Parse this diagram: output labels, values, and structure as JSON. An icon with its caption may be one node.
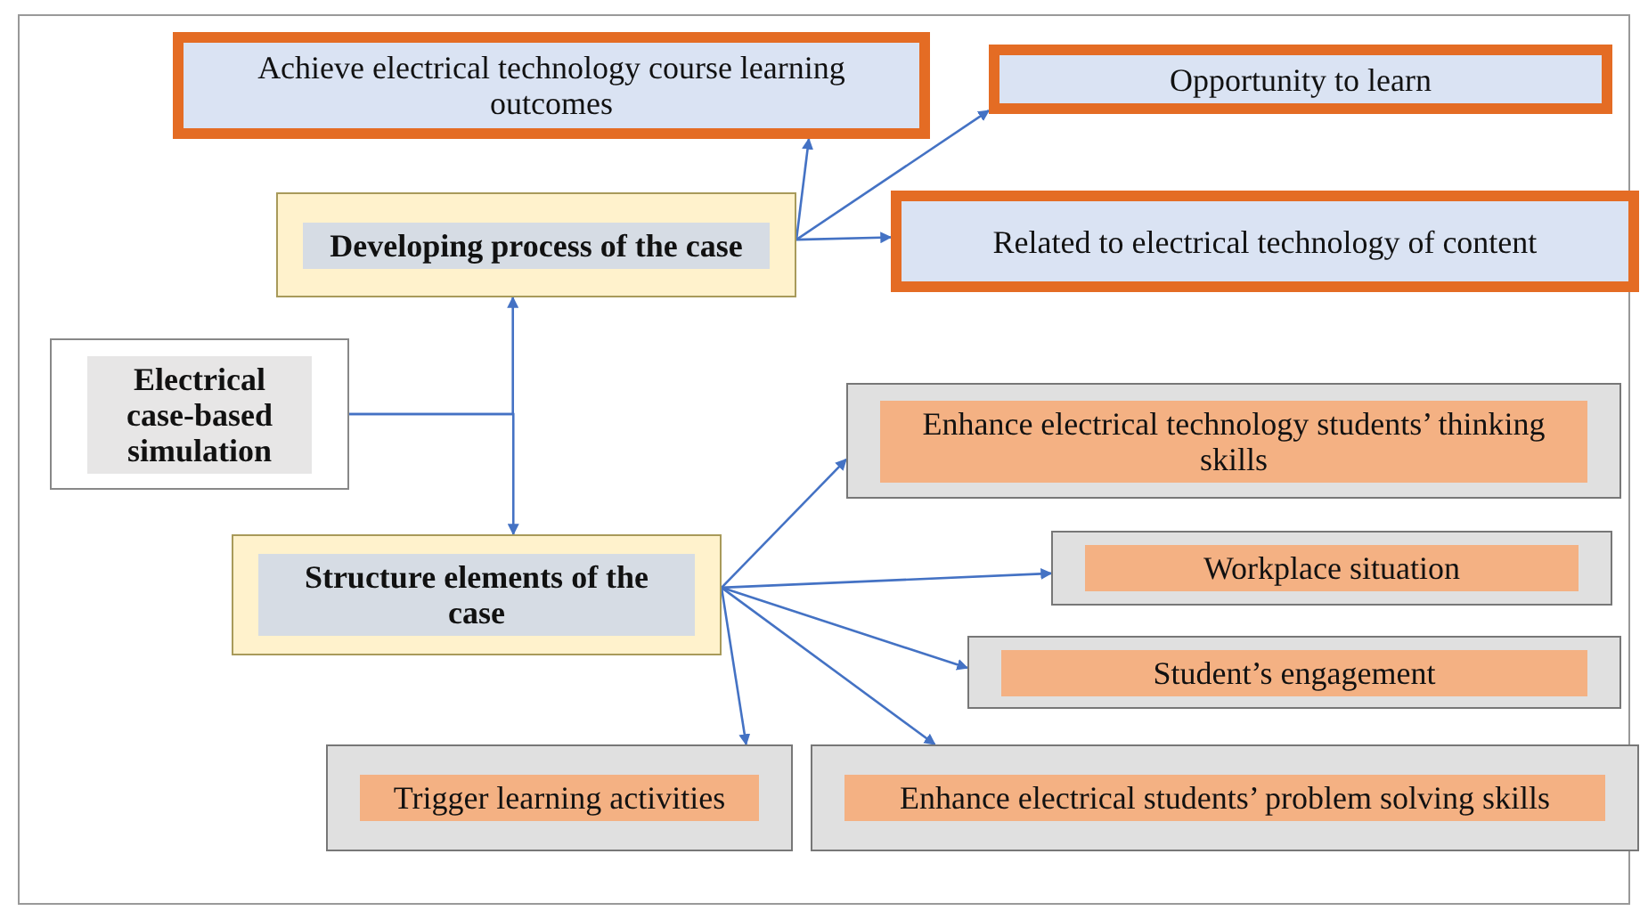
{
  "diagram": {
    "nodes": [
      {
        "text": [
          "Electrical case-based simulation"
        ]
      },
      {
        "text": [
          "Developing process of the case"
        ]
      },
      {
        "text": [
          "Structure elements of the case"
        ]
      },
      {
        "text": [
          "Achieve electrical technology course learning outcomes"
        ]
      },
      {
        "text": [
          "Opportunity to learn"
        ]
      },
      {
        "text": [
          "Related to electrical technology of content"
        ]
      },
      {
        "text": [
          "Enhance electrical technology students’ thinking skills"
        ]
      },
      {
        "text": [
          "Workplace situation"
        ]
      },
      {
        "text": [
          "Student’s engagement"
        ]
      },
      {
        "text": [
          "Trigger learning activities"
        ]
      },
      {
        "text": [
          "Enhance electrical students’ problem solving skills"
        ]
      }
    ],
    "edges": [
      {
        "from": 0,
        "to": 1,
        "arrow": "to"
      },
      {
        "from": 0,
        "to": 2,
        "arrow": "to"
      },
      {
        "from": 1,
        "to": 3,
        "arrow": "to"
      },
      {
        "from": 1,
        "to": 4,
        "arrow": "to"
      },
      {
        "from": 1,
        "to": 5,
        "arrow": "to"
      },
      {
        "from": 2,
        "to": 6,
        "arrow": "to"
      },
      {
        "from": 2,
        "to": 7,
        "arrow": "to"
      },
      {
        "from": 2,
        "to": 8,
        "arrow": "to"
      },
      {
        "from": 2,
        "to": 9,
        "arrow": "to"
      },
      {
        "from": 2,
        "to": 10,
        "arrow": "to"
      }
    ]
  }
}
